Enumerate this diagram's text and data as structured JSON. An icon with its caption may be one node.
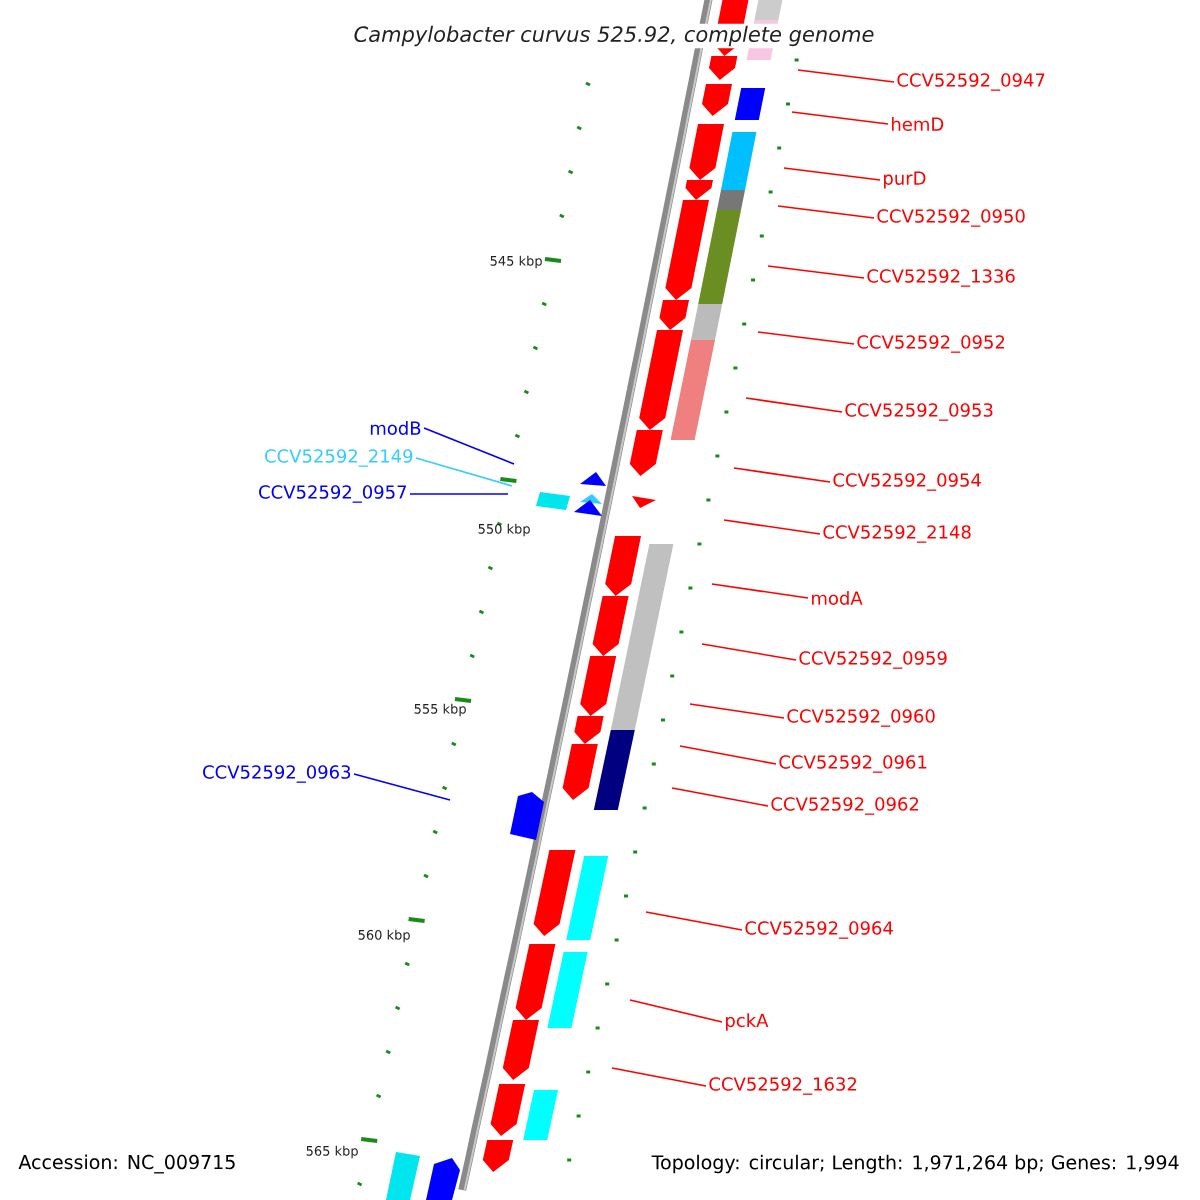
{
  "diagram": {
    "title": "Campylobacter curvus 525.92, complete genome",
    "nodes": [
      {
        "text": [
          "CCV52592_0947"
        ]
      },
      {
        "text": [
          "hemD"
        ]
      },
      {
        "text": [
          "purD"
        ]
      },
      {
        "text": [
          "CCV52592_0950"
        ]
      },
      {
        "text": [
          "CCV52592_1336"
        ]
      },
      {
        "text": [
          "CCV52592_0952"
        ]
      },
      {
        "text": [
          "CCV52592_0953"
        ]
      },
      {
        "text": [
          "modB"
        ]
      },
      {
        "text": [
          "CCV52592_2149"
        ]
      },
      {
        "text": [
          "CCV52592_0954"
        ]
      },
      {
        "text": [
          "CCV52592_0957"
        ]
      },
      {
        "text": [
          "CCV52592_2148"
        ]
      },
      {
        "text": [
          "modA"
        ]
      },
      {
        "text": [
          "CCV52592_0959"
        ]
      },
      {
        "text": [
          "CCV52592_0960"
        ]
      },
      {
        "text": [
          "CCV52592_0961"
        ]
      },
      {
        "text": [
          "CCV52592_0963"
        ]
      },
      {
        "text": [
          "CCV52592_0962"
        ]
      },
      {
        "text": [
          "CCV52592_0964"
        ]
      },
      {
        "text": [
          "pckA"
        ]
      },
      {
        "text": [
          "CCV52592_1632"
        ]
      }
    ],
    "edges": [
      {
        "from": 0,
        "to": null,
        "arrow": "none"
      },
      {
        "from": 1,
        "to": null,
        "arrow": "none"
      },
      {
        "from": 2,
        "to": null,
        "arrow": "none"
      },
      {
        "from": 3,
        "to": null,
        "arrow": "none"
      },
      {
        "from": 4,
        "to": null,
        "arrow": "none"
      },
      {
        "from": 5,
        "to": null,
        "arrow": "none"
      },
      {
        "from": 6,
        "to": null,
        "arrow": "none"
      },
      {
        "from": 7,
        "to": null,
        "arrow": "none",
        "color": "#0000ff"
      },
      {
        "from": 8,
        "to": null,
        "arrow": "none",
        "color": "#33ccff"
      },
      {
        "from": 9,
        "to": null,
        "arrow": "none"
      },
      {
        "from": 10,
        "to": null,
        "arrow": "none",
        "color": "#0000ff"
      },
      {
        "from": 11,
        "to": null,
        "arrow": "none"
      },
      {
        "from": 12,
        "to": null,
        "arrow": "none"
      },
      {
        "from": 13,
        "to": null,
        "arrow": "none"
      },
      {
        "from": 14,
        "to": null,
        "arrow": "none"
      },
      {
        "from": 15,
        "to": null,
        "arrow": "none"
      },
      {
        "from": 16,
        "to": null,
        "arrow": "none",
        "color": "#0000ff"
      },
      {
        "from": 17,
        "to": null,
        "arrow": "none"
      },
      {
        "from": 18,
        "to": null,
        "arrow": "none"
      },
      {
        "from": 19,
        "to": null,
        "arrow": "none"
      },
      {
        "from": 20,
        "to": null,
        "arrow": "none"
      }
    ],
    "labels": [
      "545 kbp",
      "550 kbp",
      "555 kbp",
      "560 kbp",
      "565 kbp",
      "Accession: NC_009715",
      "Topology: circular; Length: 1,971,264 bp; Genes: 1,994"
    ]
  }
}
